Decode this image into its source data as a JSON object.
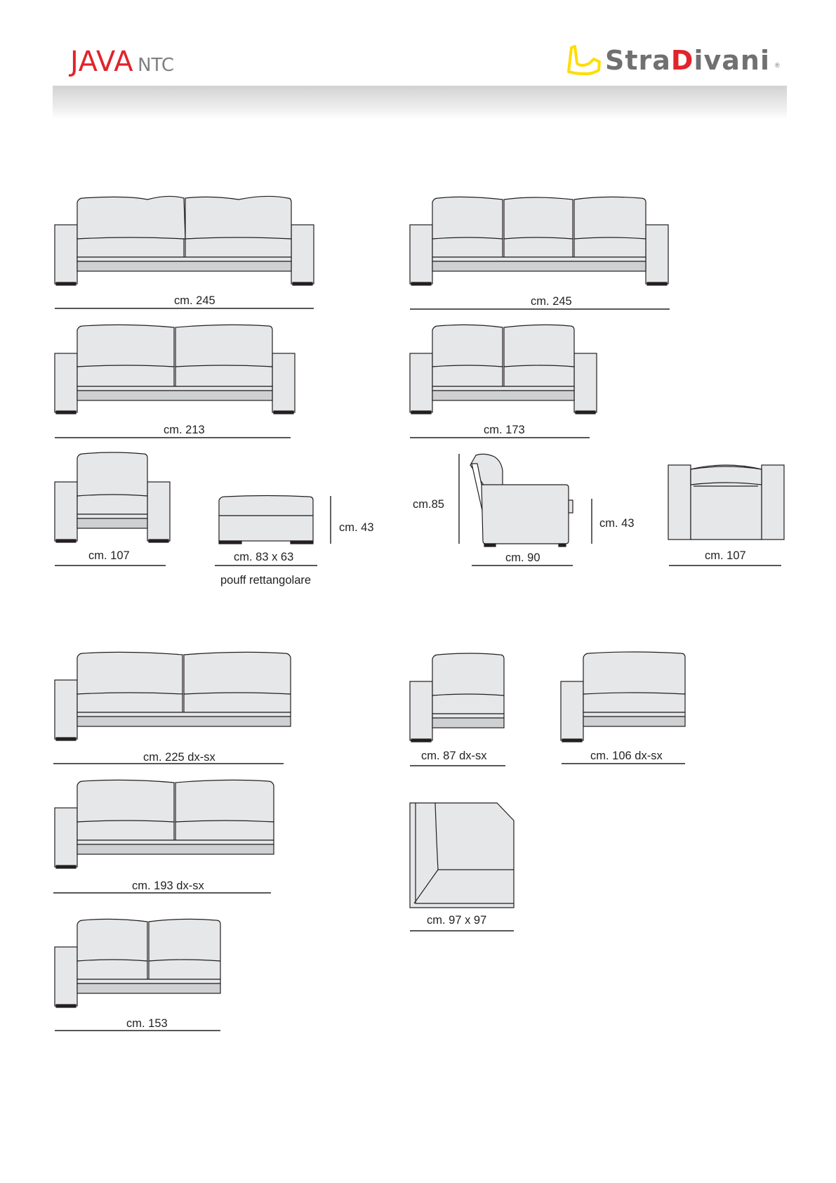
{
  "header": {
    "model": "JAVA",
    "line": "NTC",
    "brand_prefix": "Stra",
    "brand_highlight": "D",
    "brand_suffix": "ivani",
    "registered_mark": "®"
  },
  "colors": {
    "accent_red": "#e2232a",
    "logo_yellow": "#ffdd00",
    "logo_gray": "#707070",
    "upholstery_fill": "#e6e7e8",
    "outline": "#231f20"
  },
  "labels": {
    "sofa_3cushion_245": "cm. 245",
    "sofa_3seat_245": "cm. 245",
    "sofa_213": "cm. 213",
    "sofa_173": "cm. 173",
    "armchair_107": "cm. 107",
    "pouf_size": "cm. 83 x 63",
    "pouf_height": "cm. 43",
    "pouf_caption": "pouff rettangolare",
    "side_height": "cm.85",
    "side_seat_height": "cm. 43",
    "side_depth": "cm. 90",
    "top_view_107": "cm. 107",
    "module_225": "cm. 225 dx-sx",
    "module_193": "cm. 193 dx-sx",
    "module_153": "cm. 153",
    "module_87": "cm. 87 dx-sx",
    "module_106": "cm. 106 dx-sx",
    "corner_97": "cm. 97 x 97"
  }
}
